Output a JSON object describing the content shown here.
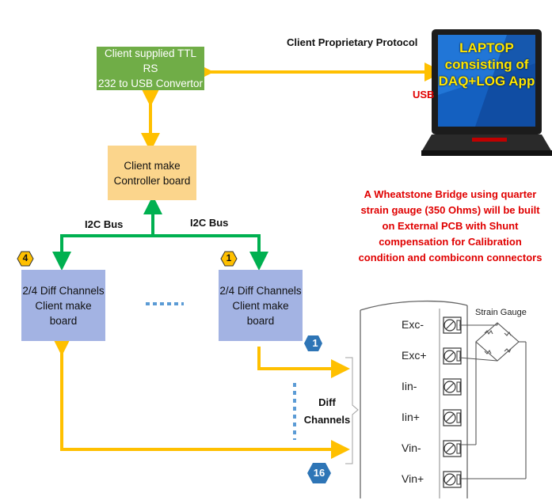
{
  "protocol_label": "Client Proprietary Protocol",
  "usb_label": "USB",
  "converter": {
    "line1": "Client supplied  TTL RS",
    "line2": "232 to USB Convertor"
  },
  "laptop": {
    "line1": "LAPTOP",
    "line2": "consisting of",
    "line3": "DAQ+LOG App"
  },
  "controller": {
    "line1": "Client make",
    "line2": "Controller board"
  },
  "i2c_left": "I2C Bus",
  "i2c_right": "I2C Bus",
  "board_left": {
    "badge": "4",
    "line1": "2/4 Diff Channels",
    "line2": "Client make",
    "line3": "board"
  },
  "board_right": {
    "badge": "1",
    "line1": "2/4 Diff Channels",
    "line2": "Client make",
    "line3": "board"
  },
  "note": {
    "line1": "A Wheatstone Bridge using quarter",
    "line2": "strain gauge (350 Ohms) will be built",
    "line3": "on External PCB with Shunt",
    "line4": "compensation  for Calibration",
    "line5": "condition and  combiconn connectors"
  },
  "diff_label": {
    "line1": "Diff",
    "line2": "Channels"
  },
  "channel_first": "1",
  "channel_last": "16",
  "strain_gauge_label": "Strain Gauge",
  "terminals": [
    "Exc-",
    "Exc+",
    "Iin-",
    "Iin+",
    "Vin-",
    "Vin+"
  ],
  "colors": {
    "arrow_yellow": "#ffc000",
    "bus_green": "#00b050",
    "hex_blue": "#2e75b6",
    "note_red": "#e00000"
  }
}
